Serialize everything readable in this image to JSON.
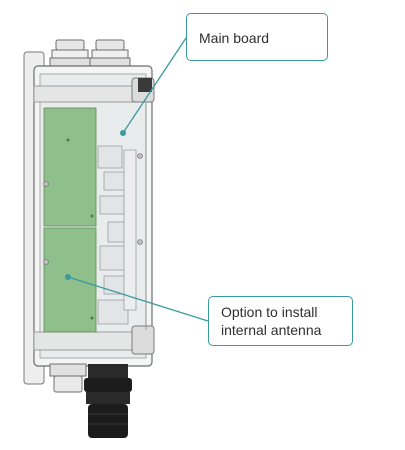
{
  "callouts": {
    "main_board": {
      "label": "Main board"
    },
    "antenna": {
      "line1": "Option to install",
      "line2": "internal antenna"
    }
  },
  "colors": {
    "accent": "#3a9aa0",
    "board_green": "#8fbf8a",
    "enclosure_outline": "#6e6e6e",
    "cable_gland": "#1c1c1c"
  },
  "icons": [
    "cable-gland",
    "pcb-board",
    "mounting-screw"
  ]
}
